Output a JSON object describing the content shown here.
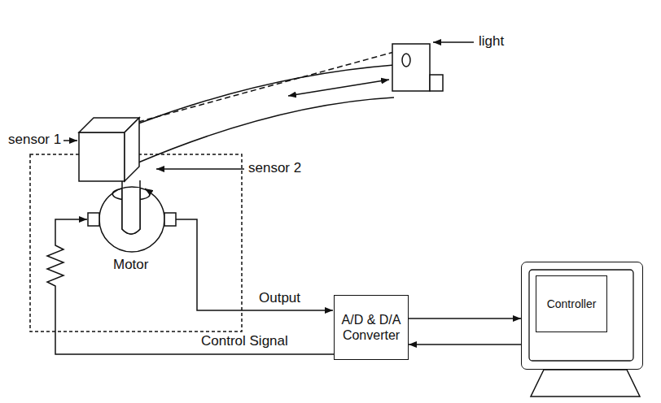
{
  "diagram": {
    "nodes": [
      {
        "text": [
          "A/D & D/A Converter"
        ]
      },
      {
        "text": [
          "Controller"
        ]
      }
    ],
    "edges": [
      {
        "from": 0,
        "to": 1,
        "arrow": "to"
      },
      {
        "from": 1,
        "to": 0,
        "arrow": "to"
      }
    ],
    "labels": [
      "light",
      "sensor 1",
      "sensor 2",
      "Motor",
      "Output",
      "Control Signal"
    ]
  }
}
